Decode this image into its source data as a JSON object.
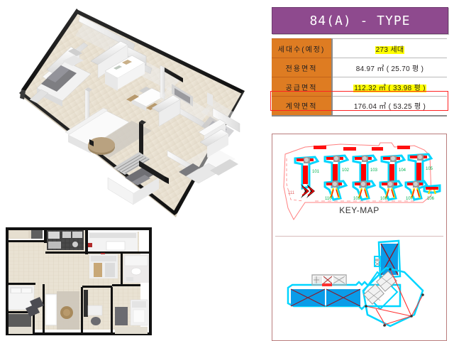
{
  "header": {
    "title": "84(A) - TYPE",
    "bg_color": "#8e4a8e",
    "text_color": "#ffffff"
  },
  "spec_table": {
    "label_bg_color": "#de7c22",
    "highlight_color": "#ffff00",
    "highlight_border_color": "#ff2222",
    "rows": [
      {
        "label": "세대수(예정)",
        "value_plain": "273 세대",
        "value_highlighted": true,
        "area_m2": "",
        "area_py": "",
        "row_outlined": false
      },
      {
        "label": "전용면적",
        "value_plain": "84.97 ㎡ ( 25.70 평 )",
        "value_highlighted": false,
        "area_m2": "84.97",
        "area_py": "25.70",
        "row_outlined": false
      },
      {
        "label": "공급면적",
        "value_plain": "112.32 ㎡ ( 33.98 평 )",
        "value_highlighted": true,
        "area_m2": "112.32",
        "area_py": "33.98",
        "row_outlined": true
      },
      {
        "label": "계약면적",
        "value_plain": "176.04 ㎡ ( 53.25 평 )",
        "value_highlighted": false,
        "area_m2": "176.04",
        "area_py": "53.25",
        "row_outlined": false
      }
    ],
    "unit_m2": "㎡",
    "unit_py": "평"
  },
  "keymap": {
    "caption": "KEY-MAP",
    "border_color": "#b97c7c",
    "building_numbers_top": [
      "101",
      "102",
      "103",
      "104",
      "105"
    ],
    "building_numbers_bottom": [
      "110",
      "109",
      "108",
      "107",
      "106"
    ],
    "entrance_marker_number": "111",
    "label_color": "#00b050",
    "site_boundary_color": "#ff6b6b",
    "unit_highlight_color": "#00d5ff",
    "detail_accent_color": "#ff0000"
  },
  "illustrations": {
    "isometric_render_name": "3D isometric cutaway apartment render",
    "floorplan_name": "2D top-down furnished floor plan",
    "location_plan_name": "unit location plan with highlighted blocks",
    "floor_color": "#e8e0d2",
    "wall_color": "#1a1a1a",
    "highlight_blue": "#0a9ce8",
    "mark_red": "#c0202a"
  }
}
